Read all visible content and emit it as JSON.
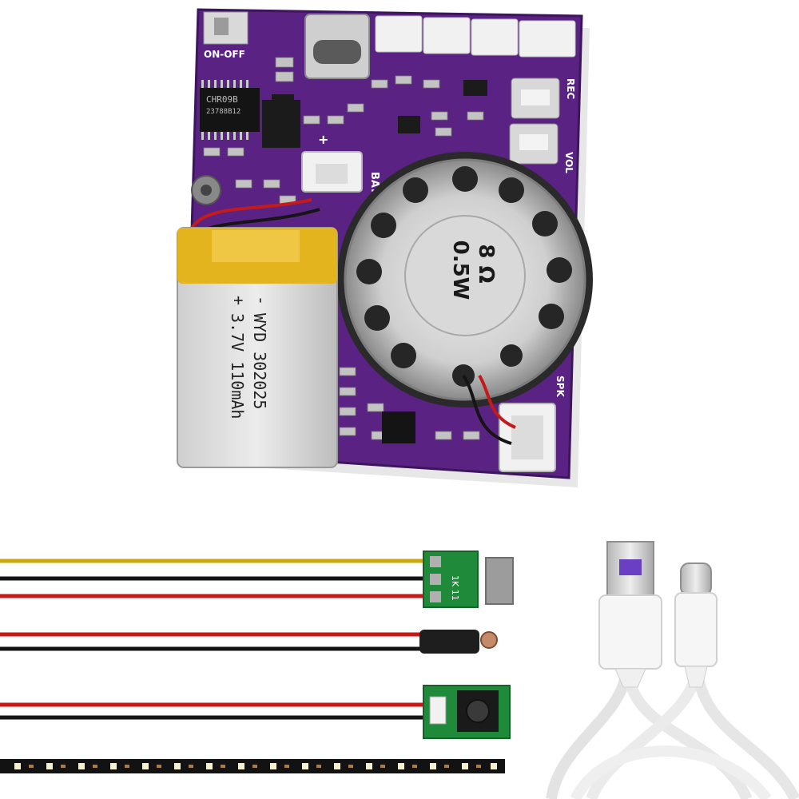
{
  "board": {
    "labels": {
      "power_switch": "ON-OFF",
      "record_button": "REC",
      "volume_button": "VOL",
      "battery_port": "BAT",
      "speaker_port": "SPK",
      "plus_sign": "+"
    },
    "chips": {
      "main_ic_line1": "CHR09B",
      "main_ic_line2": "23788B12"
    }
  },
  "battery": {
    "model": "WYD 302025",
    "spec": "3.7V 110mAh",
    "minus_sign": "-",
    "plus_sign": "+"
  },
  "speaker": {
    "impedance": "8 Ω",
    "power": "0.5W"
  },
  "accessories": {
    "sensor_board_label": "1K 11",
    "sensor_board_colors": [
      "#1f8a3a"
    ],
    "button_board_color": "#1f8a3a"
  },
  "colors": {
    "pcb": "#5a2383",
    "wire_yellow": "#c9a80c",
    "wire_red": "#c51a1a",
    "wire_black": "#151515",
    "cable": "#f2f2f2",
    "usb_insert": "#6a3fc4"
  }
}
